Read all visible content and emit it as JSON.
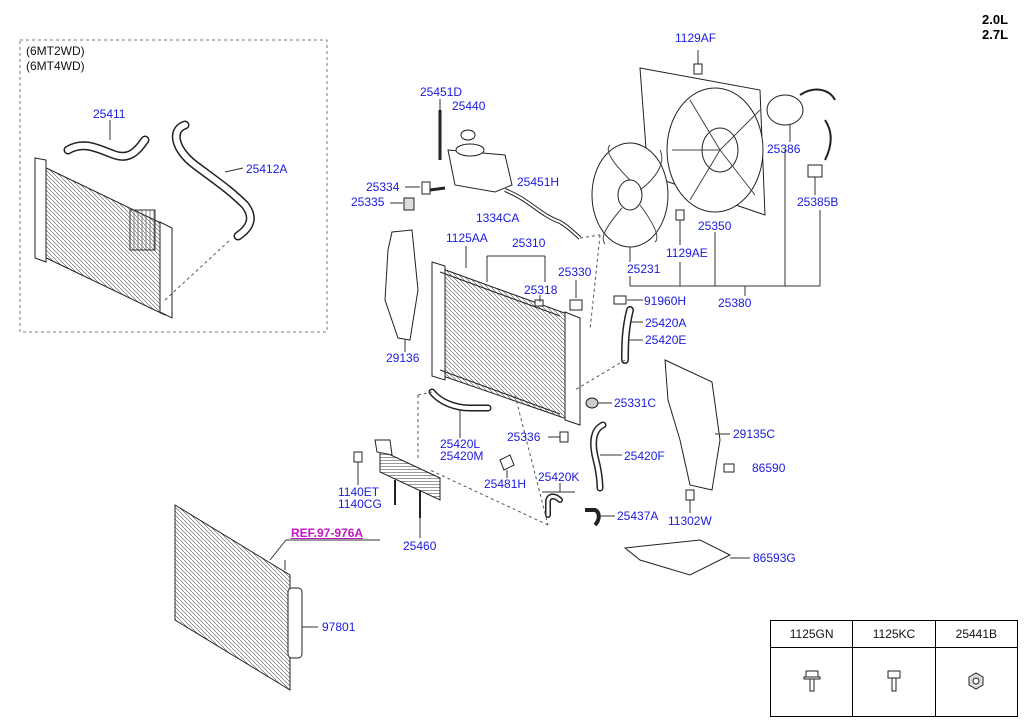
{
  "engine": [
    "2.0L",
    "2.7L"
  ],
  "variant_notes": [
    "(6MT2WD)",
    "(6MT4WD)"
  ],
  "ref_link": "REF.97-976A",
  "parts": {
    "p25411": "25411",
    "p25412A": "25412A",
    "p25451D": "25451D",
    "p25440": "25440",
    "p25451H": "25451H",
    "p25334": "25334",
    "p25335": "25335",
    "p1334CA": "1334CA",
    "p1125AA": "1125AA",
    "p25310": "25310",
    "p25330": "25330",
    "p25318": "25318",
    "p29136": "29136",
    "p1129AF": "1129AF",
    "p25386": "25386",
    "p25385B": "25385B",
    "p25350": "25350",
    "p1129AE": "1129AE",
    "p25231": "25231",
    "p25380": "25380",
    "p91960H": "91960H",
    "p25420A": "25420A",
    "p25420E": "25420E",
    "p25331C": "25331C",
    "p25420L": "25420L",
    "p25420M": "25420M",
    "p25336": "25336",
    "p25481H": "25481H",
    "p25420F": "25420F",
    "p25420K": "25420K",
    "p1140ET": "1140ET",
    "p1140CG": "1140CG",
    "p25460": "25460",
    "p25437A": "25437A",
    "p29135C": "29135C",
    "p86590": "86590",
    "p11302W": "11302W",
    "p86593G": "86593G",
    "p97801": "97801"
  },
  "fastener_table": {
    "headers": [
      "1125GN",
      "1125KC",
      "25441B"
    ],
    "icons": [
      "flange-bolt-icon",
      "hex-bolt-icon",
      "clip-nut-icon"
    ]
  }
}
